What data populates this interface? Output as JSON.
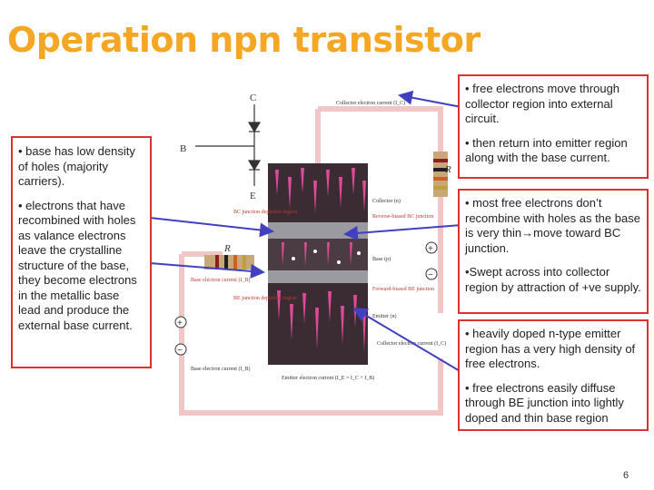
{
  "slide": {
    "title": "Operation npn transistor",
    "page_number": "6",
    "accent_color": "#f5a623",
    "box_border_color": "#d9342b",
    "arrow_color": "#4040c0"
  },
  "left_box": {
    "p1": "• base has low density of holes (majority carriers).",
    "p2": "• electrons that have recombined with holes as valance electrons leave the crystalline structure of the base, they become electrons in the metallic base lead and produce the external base current."
  },
  "right_box_1": {
    "p1": "• free electrons move through collector region into external circuit.",
    "p2": "• then return into emitter region along with the base current."
  },
  "right_box_2": {
    "p1": "• most free electrons don’t recombine with holes as the base is very thin→move toward BC junction.",
    "p2": "•Swept across into collector region by attraction of +ve supply."
  },
  "right_box_3": {
    "p1": "• heavily doped n-type emitter region has a very high density of free electrons.",
    "p2": "• free electrons easily diffuse through BE junction into lightly doped and thin base region"
  },
  "figure": {
    "symbol_c": "C",
    "symbol_b": "B",
    "symbol_e": "E",
    "collector_current": "Collector electron current (I_C)",
    "bc_junction": "BC junction depletion region",
    "reverse_biased": "Reverse-biased BC junction",
    "collector_label": "Collector (n)",
    "base_label": "Base (p)",
    "base_current": "Base electron current (I_B)",
    "be_junction": "BE junction depletion region",
    "forward_biased": "Forward-biased BE junction",
    "emitter_label": "Emitter (n)",
    "base_current_lower": "Base electron current (I_B)",
    "emitter_current": "Emitter electron current (I_E = I_C + I_B)",
    "collector_current_right": "Collector electron current (I_C)",
    "resistor_left": "R",
    "resistor_right": "R",
    "plus": "+",
    "minus": "−"
  }
}
